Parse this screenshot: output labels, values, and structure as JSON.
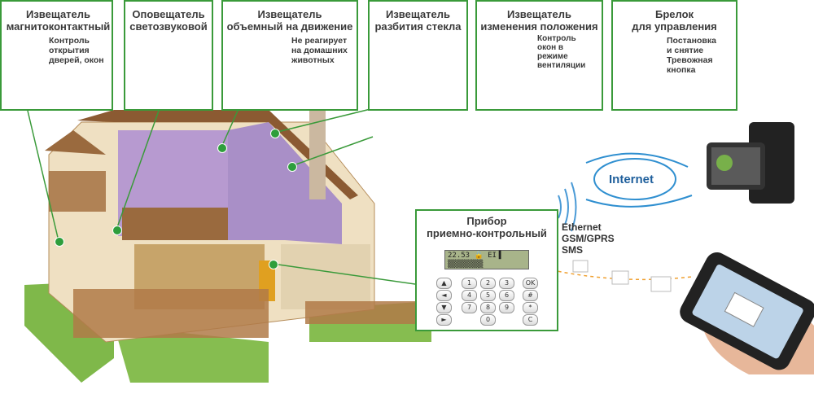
{
  "devices": [
    {
      "id": "magnetic",
      "title": "Извещатель\nмагнитоконтактный",
      "note": "Контроль\nоткрытия\nдверей, окон"
    },
    {
      "id": "siren",
      "title": "Оповещатель\nсветозвуковой",
      "note": ""
    },
    {
      "id": "motion",
      "title": "Извещатель\nобъемный на движение",
      "note": "Не реагирует\nна домашних\nживотных"
    },
    {
      "id": "glass",
      "title": "Извещатель\nразбития стекла",
      "note": ""
    },
    {
      "id": "tilt",
      "title": "Извещатель\nизменения положения",
      "note": "Контроль\nокон в\nрежиме\nвентиляции"
    },
    {
      "id": "keyfob",
      "title": "Брелок\nдля управления",
      "note": "Постановка\nи снятие\nТревожная\nкнопка"
    }
  ],
  "panel": {
    "title": "Прибор\nприемно-контрольный",
    "lcd_line1": "22.53 🔒     EI▐",
    "lcd_line2": "▒▒▒▒▒▒▒▒",
    "keys": [
      "1",
      "2",
      "3",
      "4",
      "5",
      "6",
      "7",
      "8",
      "9",
      "0"
    ],
    "func_keys": [
      "OK",
      "#",
      "*",
      "C"
    ]
  },
  "network": {
    "internet_label": "Internet",
    "channels": "Ethernet\nGSM/GPRS\nSMS"
  },
  "colors": {
    "accent": "#3a9a3a",
    "dot": "#2e9e3c",
    "internet": "#1f5f9c"
  }
}
